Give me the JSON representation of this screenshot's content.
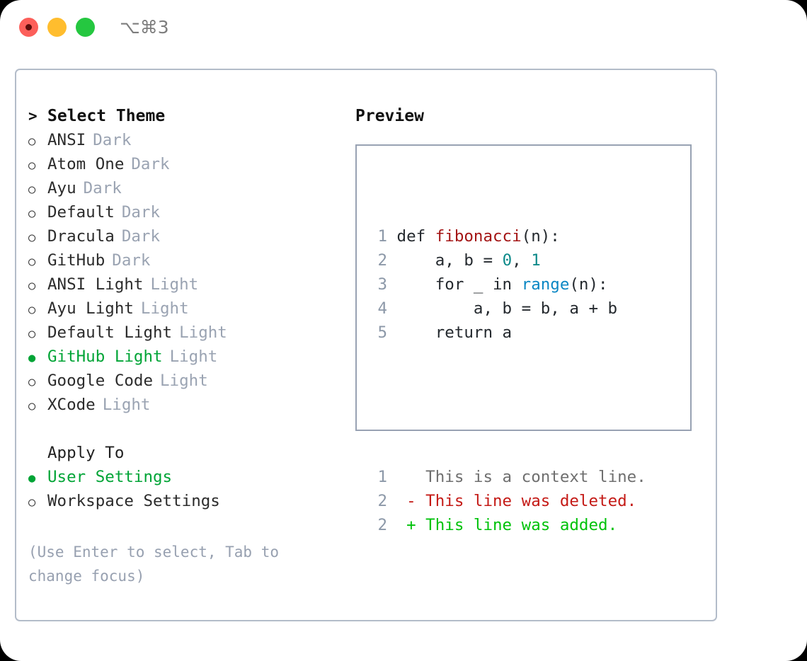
{
  "titlebar": {
    "shortcut": "⌥⌘3",
    "buttons": [
      {
        "name": "close",
        "color": "#fc5f5a"
      },
      {
        "name": "minimize",
        "color": "#ffbd2e"
      },
      {
        "name": "maximize",
        "color": "#25c740"
      }
    ]
  },
  "colors": {
    "accent_green": "#00a436",
    "tag_grey": "#9aa3b2",
    "border_outer": "#b3bcc9",
    "border_preview": "#98a2b3",
    "diff_add": "#00c20a",
    "diff_del": "#c41a16",
    "syntax_fn": "#a41515",
    "syntax_num": "#0e8a8a",
    "syntax_call": "#0b87c4"
  },
  "theme_list": {
    "header_marker": ">",
    "header_label": "Select Theme",
    "marker_selected": "●",
    "marker_unselected": "○",
    "items": [
      {
        "label": "ANSI",
        "tag": "Dark",
        "selected": false
      },
      {
        "label": "Atom One",
        "tag": "Dark",
        "selected": false
      },
      {
        "label": "Ayu",
        "tag": "Dark",
        "selected": false
      },
      {
        "label": "Default",
        "tag": "Dark",
        "selected": false
      },
      {
        "label": "Dracula",
        "tag": "Dark",
        "selected": false
      },
      {
        "label": "GitHub",
        "tag": "Dark",
        "selected": false
      },
      {
        "label": "ANSI Light",
        "tag": "Light",
        "selected": false
      },
      {
        "label": "Ayu Light",
        "tag": "Light",
        "selected": false
      },
      {
        "label": "Default Light",
        "tag": "Light",
        "selected": false
      },
      {
        "label": "GitHub Light",
        "tag": "Light",
        "selected": true
      },
      {
        "label": "Google Code",
        "tag": "Light",
        "selected": false
      },
      {
        "label": "XCode",
        "tag": "Light",
        "selected": false
      }
    ]
  },
  "apply_to": {
    "title": "Apply To",
    "items": [
      {
        "label": "User Settings",
        "selected": true
      },
      {
        "label": "Workspace Settings",
        "selected": false
      }
    ]
  },
  "hint": "(Use Enter to select, Tab to change focus)",
  "preview": {
    "title": "Preview",
    "code_lines": [
      {
        "n": "1",
        "tokens": [
          {
            "t": "def ",
            "c": "plain"
          },
          {
            "t": "fibonacci",
            "c": "fn"
          },
          {
            "t": "(n):",
            "c": "plain"
          }
        ]
      },
      {
        "n": "2",
        "tokens": [
          {
            "t": "    a, b = ",
            "c": "plain"
          },
          {
            "t": "0",
            "c": "num"
          },
          {
            "t": ", ",
            "c": "plain"
          },
          {
            "t": "1",
            "c": "num"
          }
        ]
      },
      {
        "n": "3",
        "tokens": [
          {
            "t": "    for _ in ",
            "c": "plain"
          },
          {
            "t": "range",
            "c": "call"
          },
          {
            "t": "(n):",
            "c": "plain"
          }
        ]
      },
      {
        "n": "4",
        "tokens": [
          {
            "t": "        a, b = b, a + b",
            "c": "plain"
          }
        ]
      },
      {
        "n": "5",
        "tokens": [
          {
            "t": "    return a",
            "c": "plain"
          }
        ]
      }
    ],
    "diff_lines": [
      {
        "n": "1",
        "sign": " ",
        "text": " This is a context line.",
        "kind": "ctx"
      },
      {
        "n": "2",
        "sign": "-",
        "text": " This line was deleted.",
        "kind": "del"
      },
      {
        "n": "2",
        "sign": "+",
        "text": " This line was added.",
        "kind": "add"
      }
    ]
  }
}
